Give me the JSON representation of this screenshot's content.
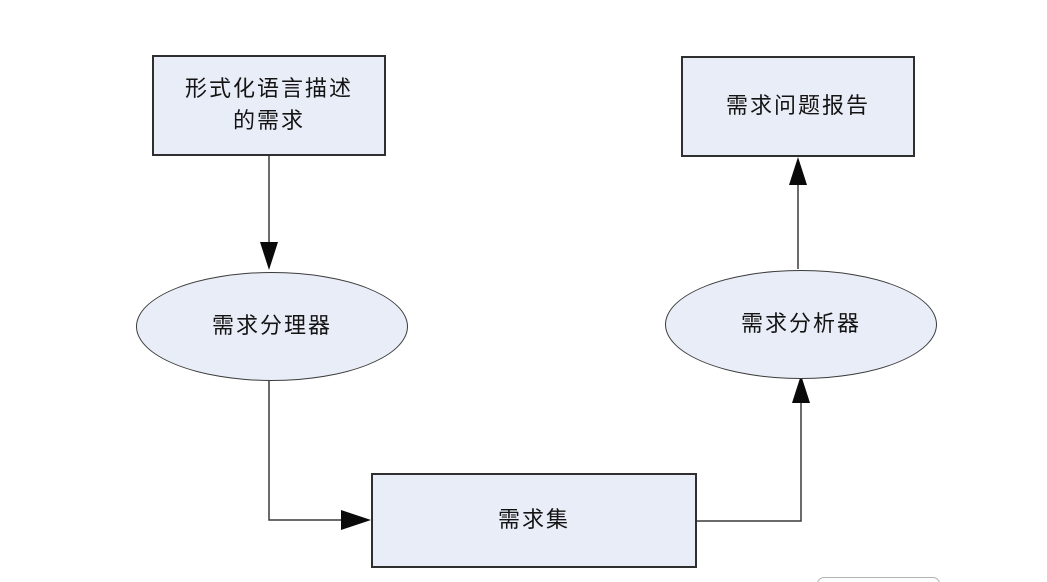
{
  "diagram": {
    "background_color": "#ffffff",
    "node_fill_color": "#e8edf7",
    "node_border_color": "#2f2f2f",
    "connector_color": "#3a3a3a",
    "arrowhead_color": "#0a0a0a",
    "nodes": {
      "formal_requirements": {
        "shape": "rectangle",
        "label_line1": "形式化语言描述",
        "label_line2": "的需求"
      },
      "requirement_sorter": {
        "shape": "ellipse",
        "label": "需求分理器"
      },
      "requirement_set": {
        "shape": "rectangle",
        "label": "需求集"
      },
      "requirement_analyzer": {
        "shape": "ellipse",
        "label": "需求分析器"
      },
      "problem_report": {
        "shape": "rectangle",
        "label": "需求问题报告"
      }
    },
    "edges": [
      {
        "from": "formal_requirements",
        "to": "requirement_sorter"
      },
      {
        "from": "requirement_sorter",
        "to": "requirement_set"
      },
      {
        "from": "requirement_set",
        "to": "requirement_analyzer"
      },
      {
        "from": "requirement_analyzer",
        "to": "problem_report"
      }
    ]
  }
}
